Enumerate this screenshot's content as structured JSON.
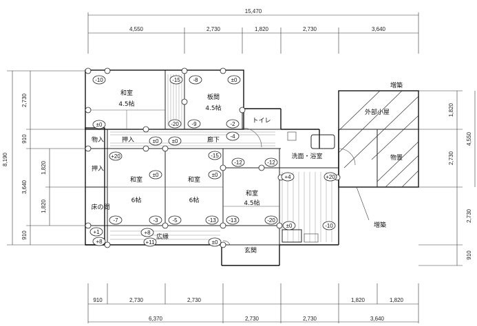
{
  "dimensions": {
    "top_total": "15,470",
    "top": [
      "4,550",
      "2,730",
      "1,820",
      "2,730",
      "3,640"
    ],
    "bottom_upper": [
      "910",
      "2,730",
      "2,730",
      "1,820",
      "1,820"
    ],
    "bottom_lower": [
      "6,370",
      "2,730",
      "2,730",
      "3,640"
    ],
    "left_total": "8,190",
    "left_outer": [
      "2,730",
      "910",
      "3,640",
      "910"
    ],
    "left_inner": [
      "1,820",
      "1,820"
    ],
    "right": [
      "1,820",
      "2,730",
      "2,730",
      "910"
    ],
    "right_total": "4,550"
  },
  "rooms": {
    "washitsu_45_nw": {
      "name": "和室",
      "size": "4.5帖"
    },
    "itama": {
      "name": "板間",
      "size": "4.5帖"
    },
    "toilet": {
      "name": "トイレ"
    },
    "monoire": {
      "name": "物入"
    },
    "oshiire_upper": {
      "name": "押入"
    },
    "oshiire_left": {
      "name": "押入"
    },
    "rouka": {
      "name": "廊下"
    },
    "washitsu_6_left": {
      "name": "和室",
      "size": "6帖"
    },
    "washitsu_6_mid": {
      "name": "和室",
      "size": "6帖"
    },
    "washitsu_45_se": {
      "name": "和室",
      "size": "4.5帖"
    },
    "tokonoma": {
      "name": "床の間"
    },
    "senmen": {
      "name": "洗面・浴室"
    },
    "hiroen": {
      "name": "広縁"
    },
    "genkan": {
      "name": "玄関"
    },
    "gaibu_koya": {
      "name": "外部小屋"
    },
    "monooki": {
      "name": "物置"
    },
    "zouchiku_top": {
      "name": "増築"
    },
    "zouchiku_bottom": {
      "name": "増築"
    }
  },
  "level_marks": [
    "-10",
    "-15",
    "-8",
    "±0",
    "±0",
    "-20",
    "-9",
    "-2",
    "-4",
    "±0",
    "±0",
    "-15",
    "+20",
    "-12",
    "-12",
    "+4",
    "+20",
    "±0",
    "±0",
    "-7",
    "-3",
    "-5",
    "-13",
    "-13",
    "-20",
    "±0",
    "-10",
    "+1",
    "+8",
    "+8",
    "+11",
    "±0"
  ]
}
